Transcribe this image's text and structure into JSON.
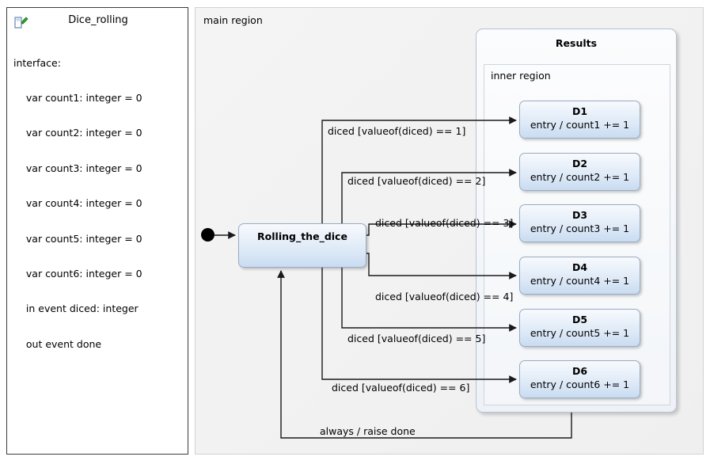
{
  "definition": {
    "icon": "statechart-definition-icon",
    "title": "Dice_rolling",
    "header": "interface:",
    "lines": [
      "    var count1: integer = 0",
      "    var count2: integer = 0",
      "    var count3: integer = 0",
      "    var count4: integer = 0",
      "    var count5: integer = 0",
      "    var count6: integer = 0",
      "    in event diced: integer",
      "    out event done"
    ]
  },
  "main_region": {
    "label": "main region"
  },
  "composite_state": {
    "title": "Results",
    "inner_region_label": "inner region"
  },
  "states": {
    "rolling": {
      "name": "Rolling_the_dice"
    },
    "dice": [
      {
        "name": "D1",
        "action": "entry / count1 += 1"
      },
      {
        "name": "D2",
        "action": "entry / count2 += 1"
      },
      {
        "name": "D3",
        "action": "entry / count3 += 1"
      },
      {
        "name": "D4",
        "action": "entry / count4 += 1"
      },
      {
        "name": "D5",
        "action": "entry / count5 += 1"
      },
      {
        "name": "D6",
        "action": "entry / count6 += 1"
      }
    ]
  },
  "transitions": [
    {
      "id": "t1",
      "label": "diced [valueof(diced) == 1]",
      "target": "D1"
    },
    {
      "id": "t2",
      "label": "diced [valueof(diced) == 2]",
      "target": "D2"
    },
    {
      "id": "t3",
      "label": "diced [valueof(diced) == 3]",
      "target": "D3"
    },
    {
      "id": "t4",
      "label": "diced [valueof(diced) == 4]",
      "target": "D4"
    },
    {
      "id": "t5",
      "label": "diced [valueof(diced) == 5]",
      "target": "D5"
    },
    {
      "id": "t6",
      "label": "diced [valueof(diced) == 6]",
      "target": "D6"
    },
    {
      "id": "t7",
      "label": "always / raise done",
      "target": "Rolling_the_dice"
    }
  ],
  "colors": {
    "state_border": "#9aacc4",
    "state_fill_top": "#f7fafd",
    "state_fill_bottom": "#c9dcf1",
    "region_bg": "#f2f2f2",
    "region_border": "#d2d2d2",
    "edge": "#1a1a1a",
    "initial_node": "#000000"
  }
}
